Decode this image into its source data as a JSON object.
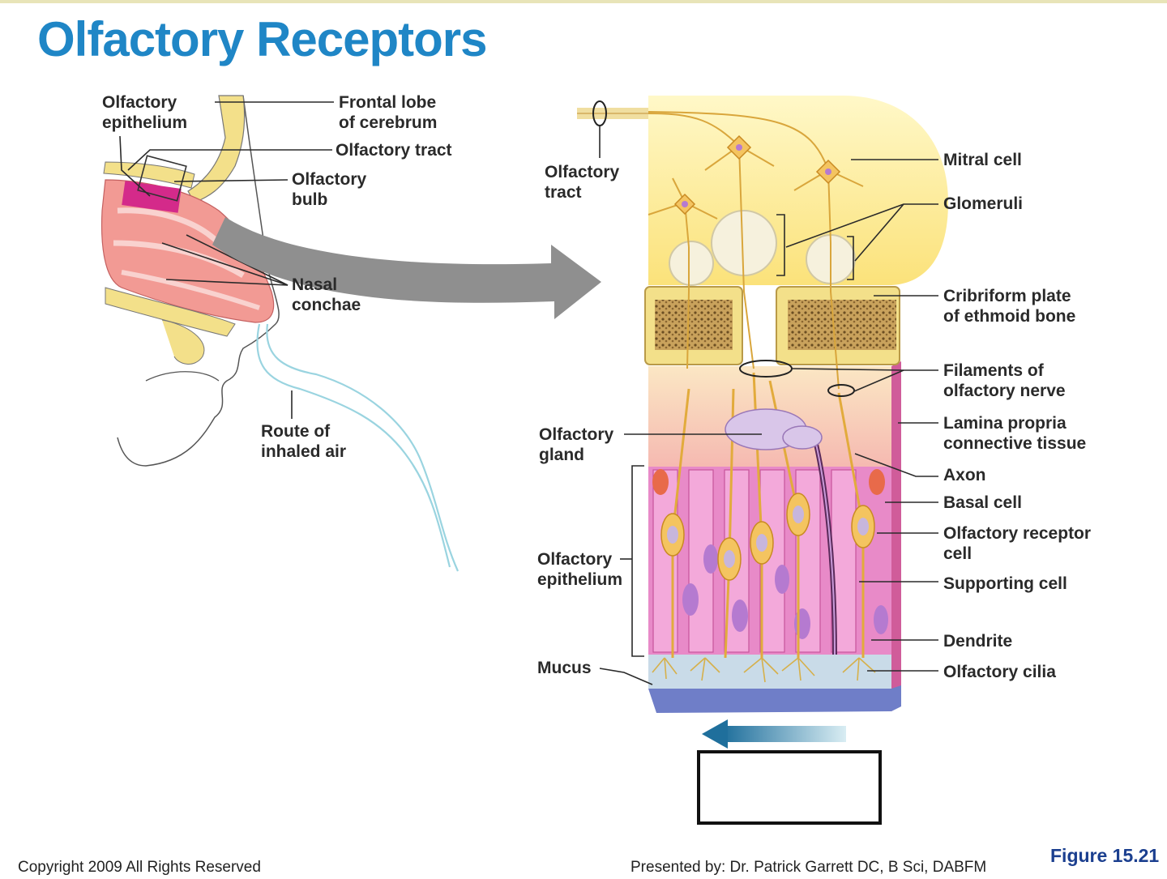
{
  "title": "Olfactory Receptors",
  "labels": {
    "olfactory_epithelium_left": [
      "Olfactory",
      "epithelium"
    ],
    "frontal_lobe": [
      "Frontal lobe",
      "of cerebrum"
    ],
    "olfactory_tract_left": [
      "Olfactory tract"
    ],
    "olfactory_bulb": [
      "Olfactory",
      "bulb"
    ],
    "nasal_conchae": [
      "Nasal",
      "conchae"
    ],
    "route_air": [
      "Route of",
      "inhaled air"
    ],
    "olfactory_tract_right": [
      "Olfactory",
      "tract"
    ],
    "mitral_cell": [
      "Mitral cell"
    ],
    "glomeruli": [
      "Glomeruli"
    ],
    "cribriform": [
      "Cribriform plate",
      "of ethmoid bone"
    ],
    "filaments": [
      "Filaments of",
      "olfactory nerve"
    ],
    "lamina_propria": [
      "Lamina propria",
      "connective tissue"
    ],
    "olfactory_gland": [
      "Olfactory",
      "gland"
    ],
    "axon": [
      "Axon"
    ],
    "basal_cell": [
      "Basal cell"
    ],
    "receptor_cell": [
      "Olfactory receptor",
      "cell"
    ],
    "olfactory_epithelium_right": [
      "Olfactory",
      "epithelium"
    ],
    "supporting_cell": [
      "Supporting cell"
    ],
    "dendrite": [
      "Dendrite"
    ],
    "mucus": [
      "Mucus"
    ],
    "cilia": [
      "Olfactory cilia"
    ]
  },
  "footer": {
    "copyright": "Copyright 2009 All Rights Reserved",
    "presenter": "Presented by: Dr. Patrick Garrett DC, B Sci, DABFM",
    "figure": "Figure 15.21"
  },
  "colors": {
    "title": "#1f86c6",
    "bone": "#f3e08a",
    "nasal_tissue": "#f29a94",
    "epithelium": "#e88ac8",
    "neuron": "#e8b64a",
    "mucus": "#c9dbe8",
    "arrow": "#2b8ab0"
  }
}
